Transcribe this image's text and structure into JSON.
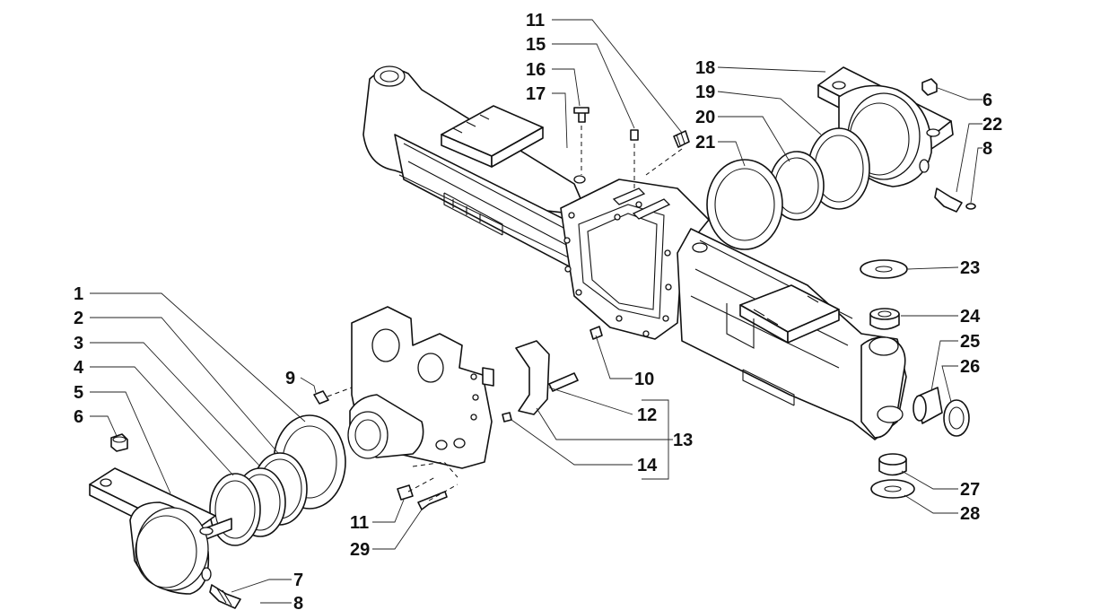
{
  "diagram": {
    "title": "",
    "callouts": [
      {
        "id": "c1",
        "number": "1"
      },
      {
        "id": "c2",
        "number": "2"
      },
      {
        "id": "c3",
        "number": "3"
      },
      {
        "id": "c4",
        "number": "4"
      },
      {
        "id": "c5",
        "number": "5"
      },
      {
        "id": "c6a",
        "number": "6"
      },
      {
        "id": "c6b",
        "number": "6"
      },
      {
        "id": "c7",
        "number": "7"
      },
      {
        "id": "c8a",
        "number": "8"
      },
      {
        "id": "c8b",
        "number": "8"
      },
      {
        "id": "c9",
        "number": "9"
      },
      {
        "id": "c10",
        "number": "10"
      },
      {
        "id": "c11a",
        "number": "11"
      },
      {
        "id": "c11b",
        "number": "11"
      },
      {
        "id": "c12",
        "number": "12"
      },
      {
        "id": "c13",
        "number": "13"
      },
      {
        "id": "c14",
        "number": "14"
      },
      {
        "id": "c15",
        "number": "15"
      },
      {
        "id": "c16",
        "number": "16"
      },
      {
        "id": "c17",
        "number": "17"
      },
      {
        "id": "c18",
        "number": "18"
      },
      {
        "id": "c19",
        "number": "19"
      },
      {
        "id": "c20",
        "number": "20"
      },
      {
        "id": "c21",
        "number": "21"
      },
      {
        "id": "c22",
        "number": "22"
      },
      {
        "id": "c23",
        "number": "23"
      },
      {
        "id": "c24",
        "number": "24"
      },
      {
        "id": "c25",
        "number": "25"
      },
      {
        "id": "c26",
        "number": "26"
      },
      {
        "id": "c27",
        "number": "27"
      },
      {
        "id": "c28",
        "number": "28"
      },
      {
        "id": "c29",
        "number": "29"
      }
    ]
  }
}
